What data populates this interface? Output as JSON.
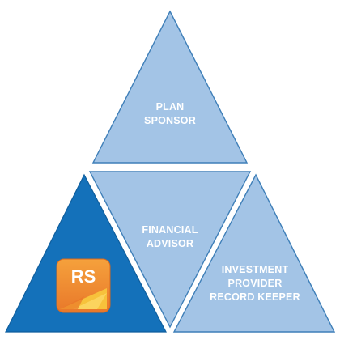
{
  "diagram": {
    "colors": {
      "light_blue": "#a3c4e6",
      "dark_blue": "#1471ba",
      "border": "#ffffff",
      "outline": "#3f7fb8",
      "text": "#ffffff",
      "logo_orange": "#f08a2a",
      "logo_yellow": "#f7c23b"
    },
    "segments": {
      "top": {
        "line1": "PLAN",
        "line2": "SPONSOR"
      },
      "center": {
        "line1": "FINANCIAL",
        "line2": "ADVISOR"
      },
      "right": {
        "line1": "INVESTMENT",
        "line2": "PROVIDER",
        "line3": "RECORD KEEPER"
      }
    },
    "logo": {
      "text": "RS",
      "icon": "rs-app-icon"
    }
  }
}
